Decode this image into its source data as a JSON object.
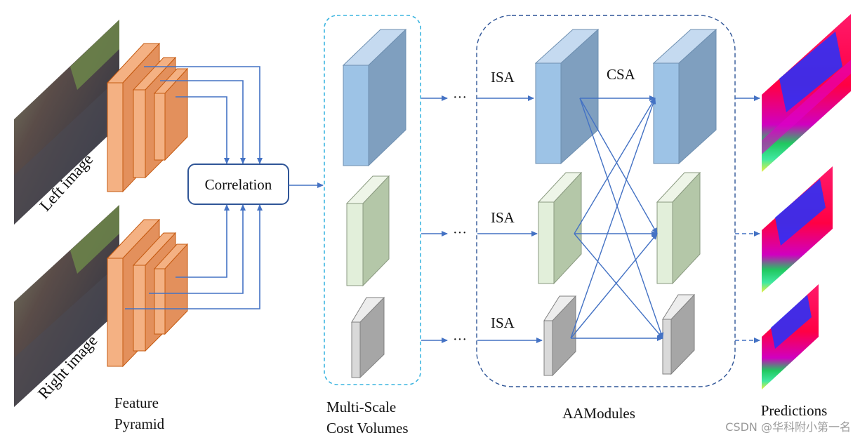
{
  "labels": {
    "left_image": "Left image",
    "right_image": "Right image",
    "feature_pyramid_line1": "Feature",
    "feature_pyramid_line2": "Pyramid",
    "correlation": "Correlation",
    "cost_volumes_line1": "Multi-Scale",
    "cost_volumes_line2": "Cost Volumes",
    "ellipsis": "···",
    "isa": "ISA",
    "csa": "CSA",
    "aamodules": "AAModules",
    "predictions": "Predictions"
  },
  "watermark": "CSDN @华科附小第一名",
  "colors": {
    "arrow": "#4472C4",
    "feature_orange": "#F4B183",
    "feature_orange_edge": "#C55A11",
    "volume_blue_front": "#9DC3E6",
    "volume_blue_side": "#7F9FBF",
    "volume_green_front": "#E2EFDA",
    "volume_green_side": "#B4C7A8",
    "volume_gray_front": "#D9D9D9",
    "volume_gray_side": "#A6A6A6",
    "cost_box_border": "#3DB5E0",
    "aam_box_border": "#2F5597",
    "disparity_red": "#FF1A4D",
    "disparity_blue": "#2233FF",
    "disparity_magenta": "#E000C8",
    "disparity_green": "#20D060",
    "disparity_yellow": "#E8F040",
    "photo_dark": "#4A4A55",
    "photo_green": "#6E8A4A"
  }
}
